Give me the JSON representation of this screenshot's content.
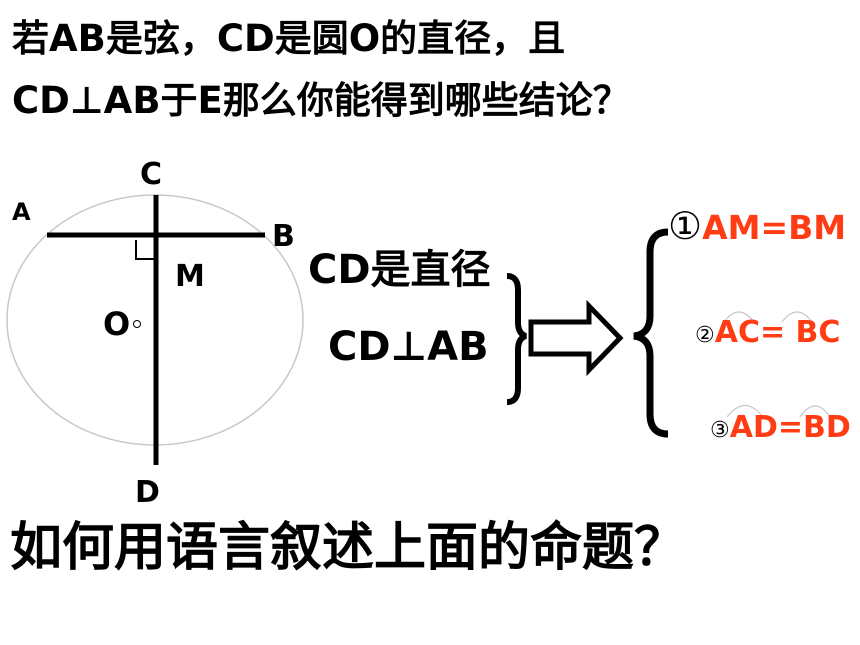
{
  "title": {
    "line1": "若AB是弦，CD是圆O的直径，且",
    "line2": "CD⊥AB于E那么你能得到哪些结论？"
  },
  "diagram": {
    "labels": {
      "A": "A",
      "B": "B",
      "C": "C",
      "D": "D",
      "M": "M",
      "O": "O"
    }
  },
  "conditions": [
    "CD是直径",
    "CD⊥AB"
  ],
  "conclusions": [
    {
      "num": "①",
      "text": "AM=BM"
    },
    {
      "num": "②",
      "text": "AC= BC"
    },
    {
      "num": "③",
      "text": "AD=BD"
    }
  ],
  "question": "如何用语言叙述上面的命题？",
  "colors": {
    "conclusion": "#ff3c14",
    "circle": "#c8c8c8"
  }
}
